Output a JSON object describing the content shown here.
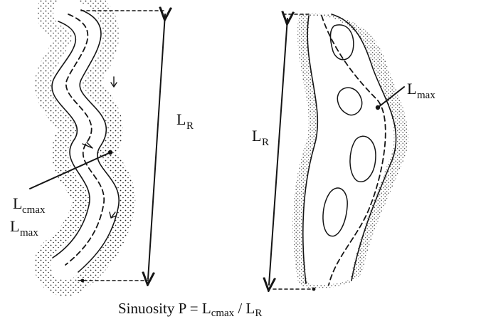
{
  "labels": {
    "lr_left": {
      "main": "L",
      "sub": "R"
    },
    "lr_right": {
      "main": "L",
      "sub": "R"
    },
    "lmax_right": {
      "main": "L",
      "sub": "max"
    },
    "lcmax_left": {
      "main": "L",
      "sub": "cmax"
    },
    "lmax_left": {
      "main": "L",
      "sub": "max"
    }
  },
  "caption": {
    "prefix": "Sinuosity P = ",
    "num_main": "L",
    "num_sub": "cmax",
    "slash": " / ",
    "den_main": "L",
    "den_sub": "R"
  },
  "colors": {
    "ink": "#151515",
    "background": "#ffffff"
  }
}
